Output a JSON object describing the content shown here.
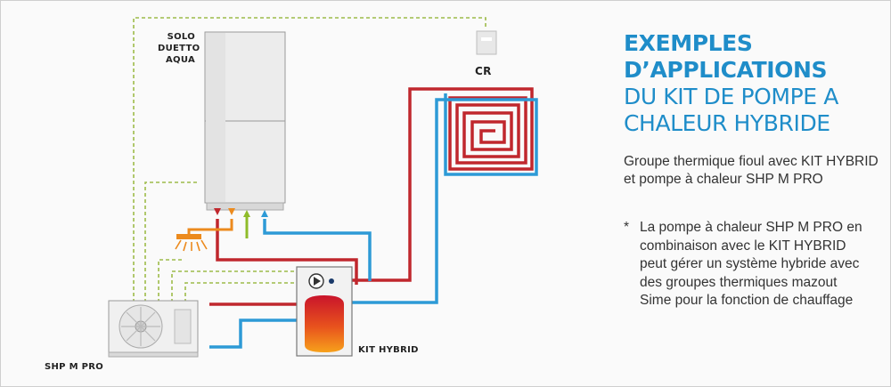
{
  "title": {
    "line1": "EXEMPLES",
    "line2": "D’APPLICATIONS",
    "line3": "DU KIT DE POMPE A",
    "line4": "CHALEUR HYBRIDE"
  },
  "subtitle": "Groupe thermique fioul avec KIT HYBRID et pompe à chaleur SHP M PRO",
  "note": {
    "marker": "*",
    "text": "La pompe à chaleur SHP M PRO en combinaison avec le KIT HYBRID peut gérer un système hybride avec des groupes thermiques mazout Sime pour la fonction de chauffage"
  },
  "labels": {
    "boiler_line1": "SOLO",
    "boiler_line2": "DUETTO",
    "boiler_line3": "AQUA",
    "controller": "CR",
    "kit": "KIT HYBRID",
    "heat_pump": "SHP M PRO"
  },
  "colors": {
    "title": "#1f8dc9",
    "hot_pipe": "#c0272d",
    "cold_pipe": "#2d9ad6",
    "dhw_pipe": "#ec8a1d",
    "cold_water_pipe": "#8fbc2a",
    "control_wire": "#9dbb4a"
  }
}
